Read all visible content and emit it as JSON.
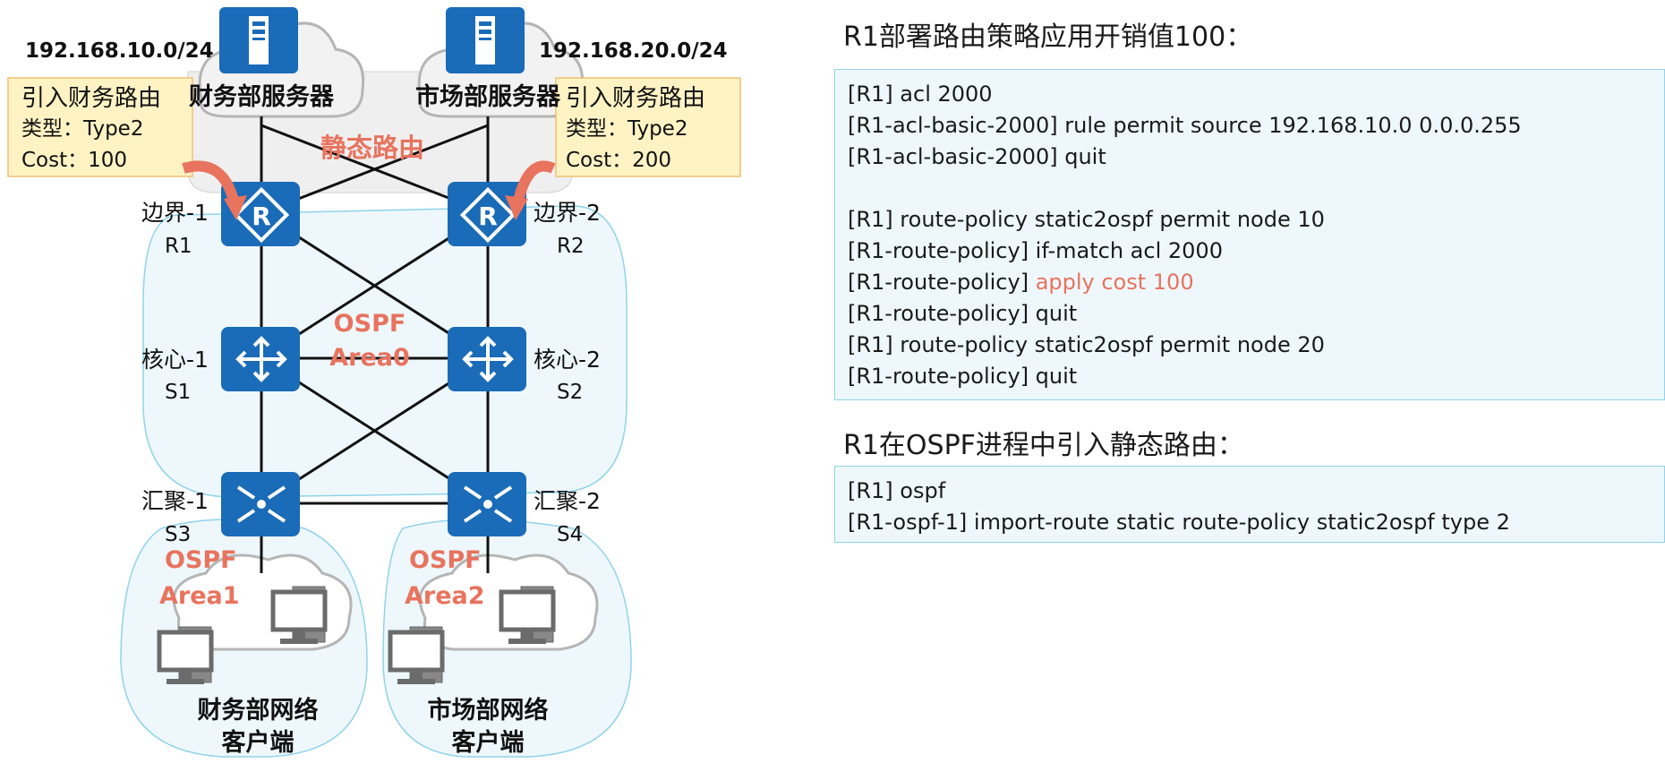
{
  "network": {
    "subnet_left": "192.168.10.0/24",
    "subnet_right": "192.168.20.0/24",
    "server_left": "财务部服务器",
    "server_right": "市场部服务器",
    "static_route": "静态路由",
    "callout_left": [
      "引入财务路由",
      "类型：Type2",
      "Cost：100"
    ],
    "callout_right": [
      "引入财务路由",
      "类型：Type2",
      "Cost：200"
    ],
    "border1": [
      "边界-1",
      "R1"
    ],
    "border2": [
      "边界-2",
      "R2"
    ],
    "core1": [
      "核心-1",
      "S1"
    ],
    "core2": [
      "核心-2",
      "S2"
    ],
    "agg1": [
      "汇聚-1",
      "S3"
    ],
    "agg2": [
      "汇聚-2",
      "S4"
    ],
    "area0": [
      "OSPF",
      "Area0"
    ],
    "area1": [
      "OSPF",
      "Area1"
    ],
    "area2": [
      "OSPF",
      "Area2"
    ],
    "client_left": [
      "财务部网络",
      "客户端"
    ],
    "client_right": [
      "市场部网络",
      "客户端"
    ]
  },
  "config": {
    "title1": "R1部署路由策略应用开销值100：",
    "block1": [
      "[R1] acl 2000",
      "[R1-acl-basic-2000] rule permit source 192.168.10.0 0.0.0.255",
      "[R1-acl-basic-2000] quit",
      "",
      "[R1] route-policy static2ospf permit node 10",
      "[R1-route-policy] if-match acl 2000",
      "[R1-route-policy] ",
      "[R1-route-policy] quit",
      "[R1] route-policy static2ospf permit node 20",
      "[R1-route-policy] quit"
    ],
    "highlight_text": "apply cost 100",
    "title2": "R1在OSPF进程中引入静态路由：",
    "block2": [
      "[R1] ospf",
      "[R1-ospf-1] import-route static route-policy static2ospf type 2"
    ]
  },
  "colors": {
    "device_blue": "#1a6bb8",
    "highlight_red": "#e8735e",
    "area_fill": "#eef8fc",
    "area_stroke": "#8fd3ea",
    "callout_fill": "#fff3c4",
    "callout_stroke": "#f0c070"
  }
}
